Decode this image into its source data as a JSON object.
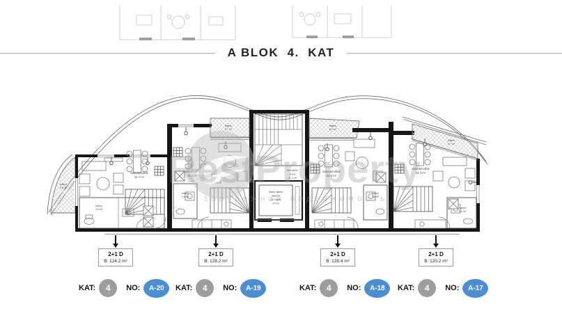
{
  "title": "A BLOK  4.  KAT",
  "watermark": {
    "brand": "RestProperty",
    "tagline": "зарубежная недвижимость"
  },
  "labels": {
    "kat": "KAT:",
    "no": "NO:"
  },
  "core": {
    "merdiven_1": "merdiven",
    "merdiven_2": "& hol",
    "merdiven_3": "41.1 m²",
    "asansor_1": "düşey sistem",
    "asansor_2": "asansör",
    "asansor_3": "(10 kişilik)",
    "asansor_4": "4.0 m²"
  },
  "units": [
    {
      "no": "A-20",
      "kat": "4",
      "type": "2+1 D",
      "area": "B: 124.2 m²",
      "salon": "salon&mutfak",
      "salon_area": "34.7 m²",
      "banyo": "banyo",
      "banyo_area": "3.5 m²",
      "balkon": "balkon",
      "balkon_area": "6.9 m²"
    },
    {
      "no": "A-19",
      "kat": "4",
      "type": "2+1 D",
      "area": "B: 128.2 m²",
      "salon": "salon&mutfak",
      "salon_area": "34.3 m²",
      "banyo": "banyo",
      "banyo_area": "3.5 m²",
      "balkon": "balkon",
      "balkon_area": "5.7 m²"
    },
    {
      "no": "A-18",
      "kat": "4",
      "type": "2+1 D",
      "area": "B: 128.4 m²",
      "salon": "salon&mutfak",
      "salon_area": "34.4 m²",
      "banyo": "banyo",
      "banyo_area": "3.6 m²",
      "balkon": "balkon",
      "balkon_area": "6.2 m²"
    },
    {
      "no": "A-17",
      "kat": "4",
      "type": "2+1 D",
      "area": "B: 120.2 m²",
      "salon": "salon&mutfak",
      "salon_area": "34.3 m²",
      "banyo": "banyo",
      "banyo_area": "3.4 m²",
      "balkon": "balkon",
      "balkon_area": "5.7 m²"
    }
  ],
  "colors": {
    "accent_blue": "#4b8ed2",
    "badge_gray": "#9d9d9d"
  }
}
